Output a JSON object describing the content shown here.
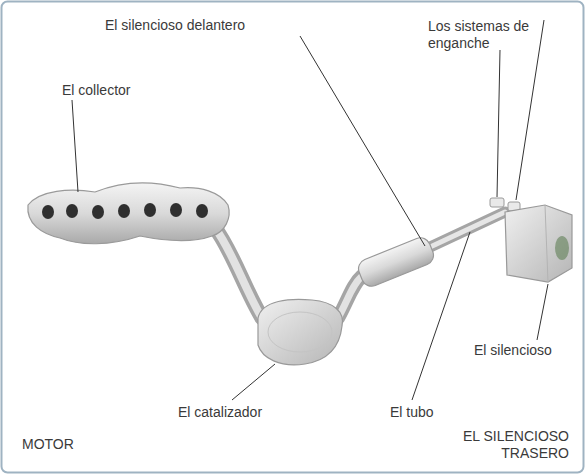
{
  "diagram": {
    "labels": [
      "El silencioso delantero",
      "Los sistemas de enganche",
      "El collector",
      "El silencioso",
      "El catalizador",
      "El tubo",
      "MOTOR",
      "EL SILENCIOSO TRASERO"
    ]
  }
}
